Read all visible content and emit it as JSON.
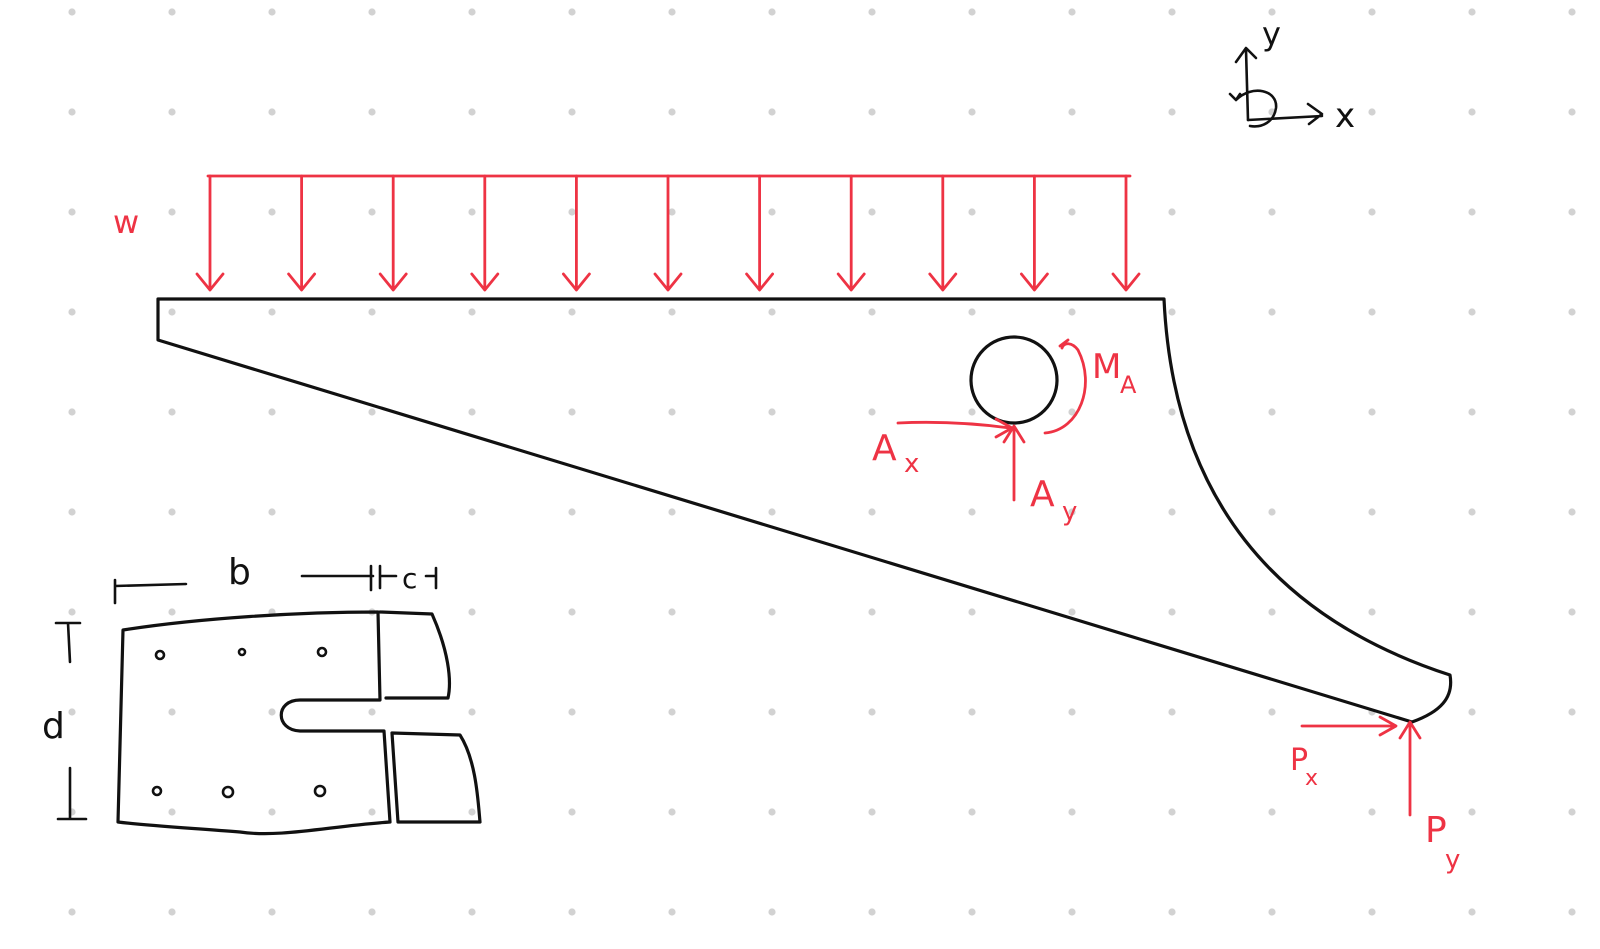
{
  "labels": {
    "w": "w",
    "ax": "A",
    "ax_sub": "x",
    "ay": "A",
    "ay_sub": "y",
    "ma": "M",
    "ma_sub": "A",
    "px": "P",
    "px_sub": "x",
    "py": "P",
    "py_sub": "y",
    "axis_y": "y",
    "axis_x": "x",
    "dim_b": "b",
    "dim_c": "c",
    "dim_d": "d"
  },
  "colors": {
    "ink": "#111111",
    "load": "#ee3344",
    "grid_dot": "#d2d2d2"
  },
  "load_arrow_count": 11
}
